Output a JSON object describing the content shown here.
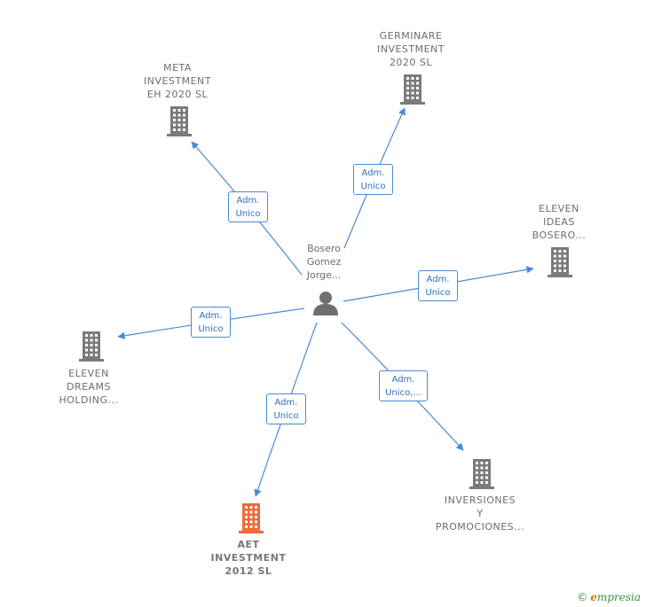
{
  "center": {
    "label_lines": [
      "Bosero",
      "Gomez",
      "Jorge..."
    ]
  },
  "companies": [
    {
      "id": "meta",
      "lines": [
        "META",
        "INVESTMENT",
        "EH 2020  SL"
      ],
      "highlight": false
    },
    {
      "id": "germinare",
      "lines": [
        "GERMINARE",
        "INVESTMENT",
        "2020  SL"
      ],
      "highlight": false
    },
    {
      "id": "eleven-ideas",
      "lines": [
        "ELEVEN",
        "IDEAS",
        "BOSERO..."
      ],
      "highlight": false
    },
    {
      "id": "eleven-dreams",
      "lines": [
        "ELEVEN",
        "DREAMS",
        "HOLDING..."
      ],
      "highlight": false
    },
    {
      "id": "aet",
      "lines": [
        "AET",
        "INVESTMENT",
        "2012  SL"
      ],
      "highlight": true
    },
    {
      "id": "inversiones",
      "lines": [
        "INVERSIONES",
        "Y",
        "PROMOCIONES..."
      ],
      "highlight": false
    }
  ],
  "relations": [
    {
      "to": "meta",
      "lines": [
        "Adm.",
        "Unico"
      ]
    },
    {
      "to": "germinare",
      "lines": [
        "Adm.",
        "Unico"
      ]
    },
    {
      "to": "eleven-ideas",
      "lines": [
        "Adm.",
        "Unico"
      ]
    },
    {
      "to": "eleven-dreams",
      "lines": [
        "Adm.",
        "Unico"
      ]
    },
    {
      "to": "aet",
      "lines": [
        "Adm.",
        "Unico"
      ]
    },
    {
      "to": "inversiones",
      "lines": [
        "Adm.",
        "Unico,..."
      ]
    }
  ],
  "colors": {
    "edge": "#4a8ad6",
    "building": "#7b7b7b",
    "building_highlight": "#f06a3a",
    "person": "#6f6f6f"
  },
  "footer": {
    "symbol": "©",
    "brand_initial": "e",
    "brand_rest": "mpresia"
  }
}
